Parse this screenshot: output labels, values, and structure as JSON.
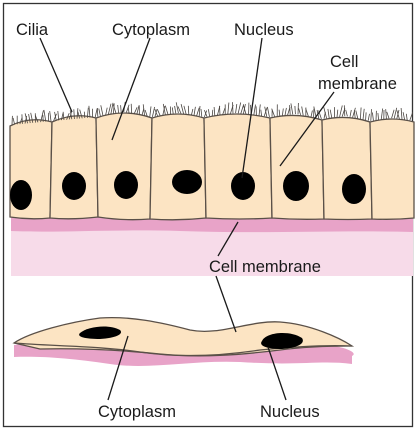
{
  "labels": {
    "cilia": "Cilia",
    "cytoplasm_top": "Cytoplasm",
    "nucleus_top": "Nucleus",
    "cell_membrane_top_line1": "Cell",
    "cell_membrane_top_line2": "membrane",
    "cell_membrane_mid": "Cell membrane",
    "cytoplasm_bottom": "Cytoplasm",
    "nucleus_bottom": "Nucleus"
  },
  "colors": {
    "cell_fill": "#fce4c3",
    "basement_membrane": "#e8a3c8",
    "basement_band": "#f7dbe9",
    "nucleus": "#000000",
    "outline": "#5a5048",
    "frame": "#333333"
  }
}
